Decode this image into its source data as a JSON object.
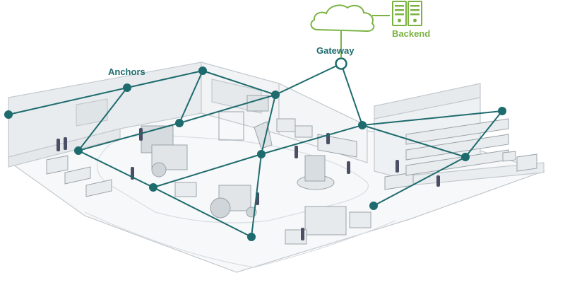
{
  "labels": {
    "anchors": "Anchors",
    "gateway": "Gateway",
    "backend": "Backend"
  },
  "colors": {
    "network": "#1e6b6e",
    "green": "#7bb342",
    "building_line": "#c5cbd0",
    "building_fill": "#eceff1",
    "floor": "#f6f7f8",
    "people": "#4a4f66"
  },
  "icons": {
    "cloud": "cloud-icon",
    "server": "server-icon",
    "gateway": "gateway-icon",
    "anchor": "anchor-node-icon"
  }
}
